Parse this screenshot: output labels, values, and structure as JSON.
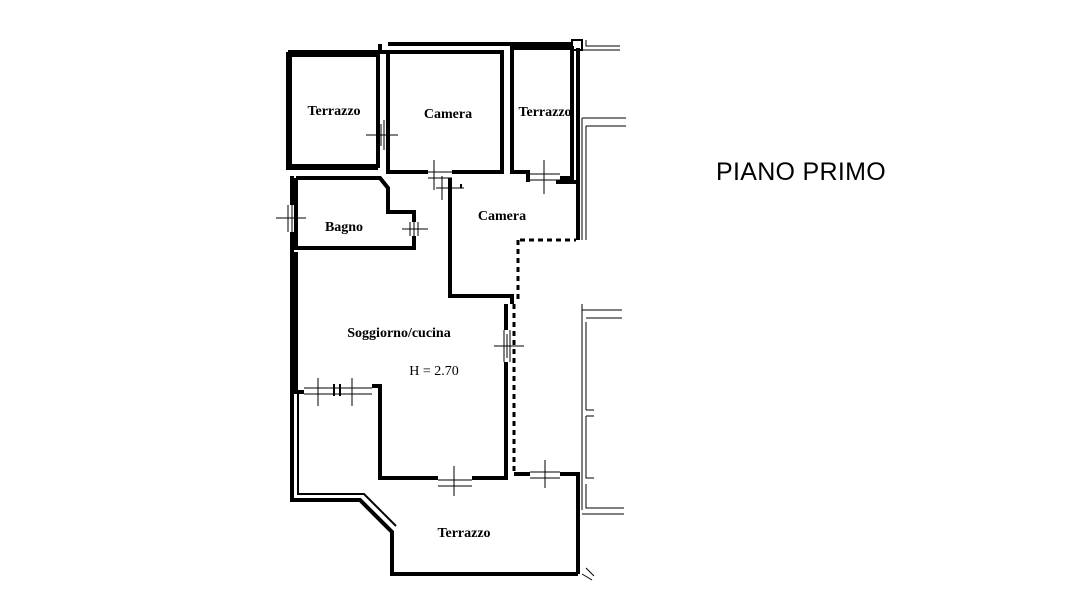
{
  "floor_title": "PIANO PRIMO",
  "rooms": {
    "terrazzo_top_left": "Terrazzo",
    "camera_top": "Camera",
    "terrazzo_top_right": "Terrazzo",
    "camera_middle": "Camera",
    "bagno": "Bagno",
    "soggiorno_cucina": "Soggiorno/cucina",
    "terrazzo_bottom": "Terrazzo"
  },
  "ceiling_height": "H = 2.70"
}
